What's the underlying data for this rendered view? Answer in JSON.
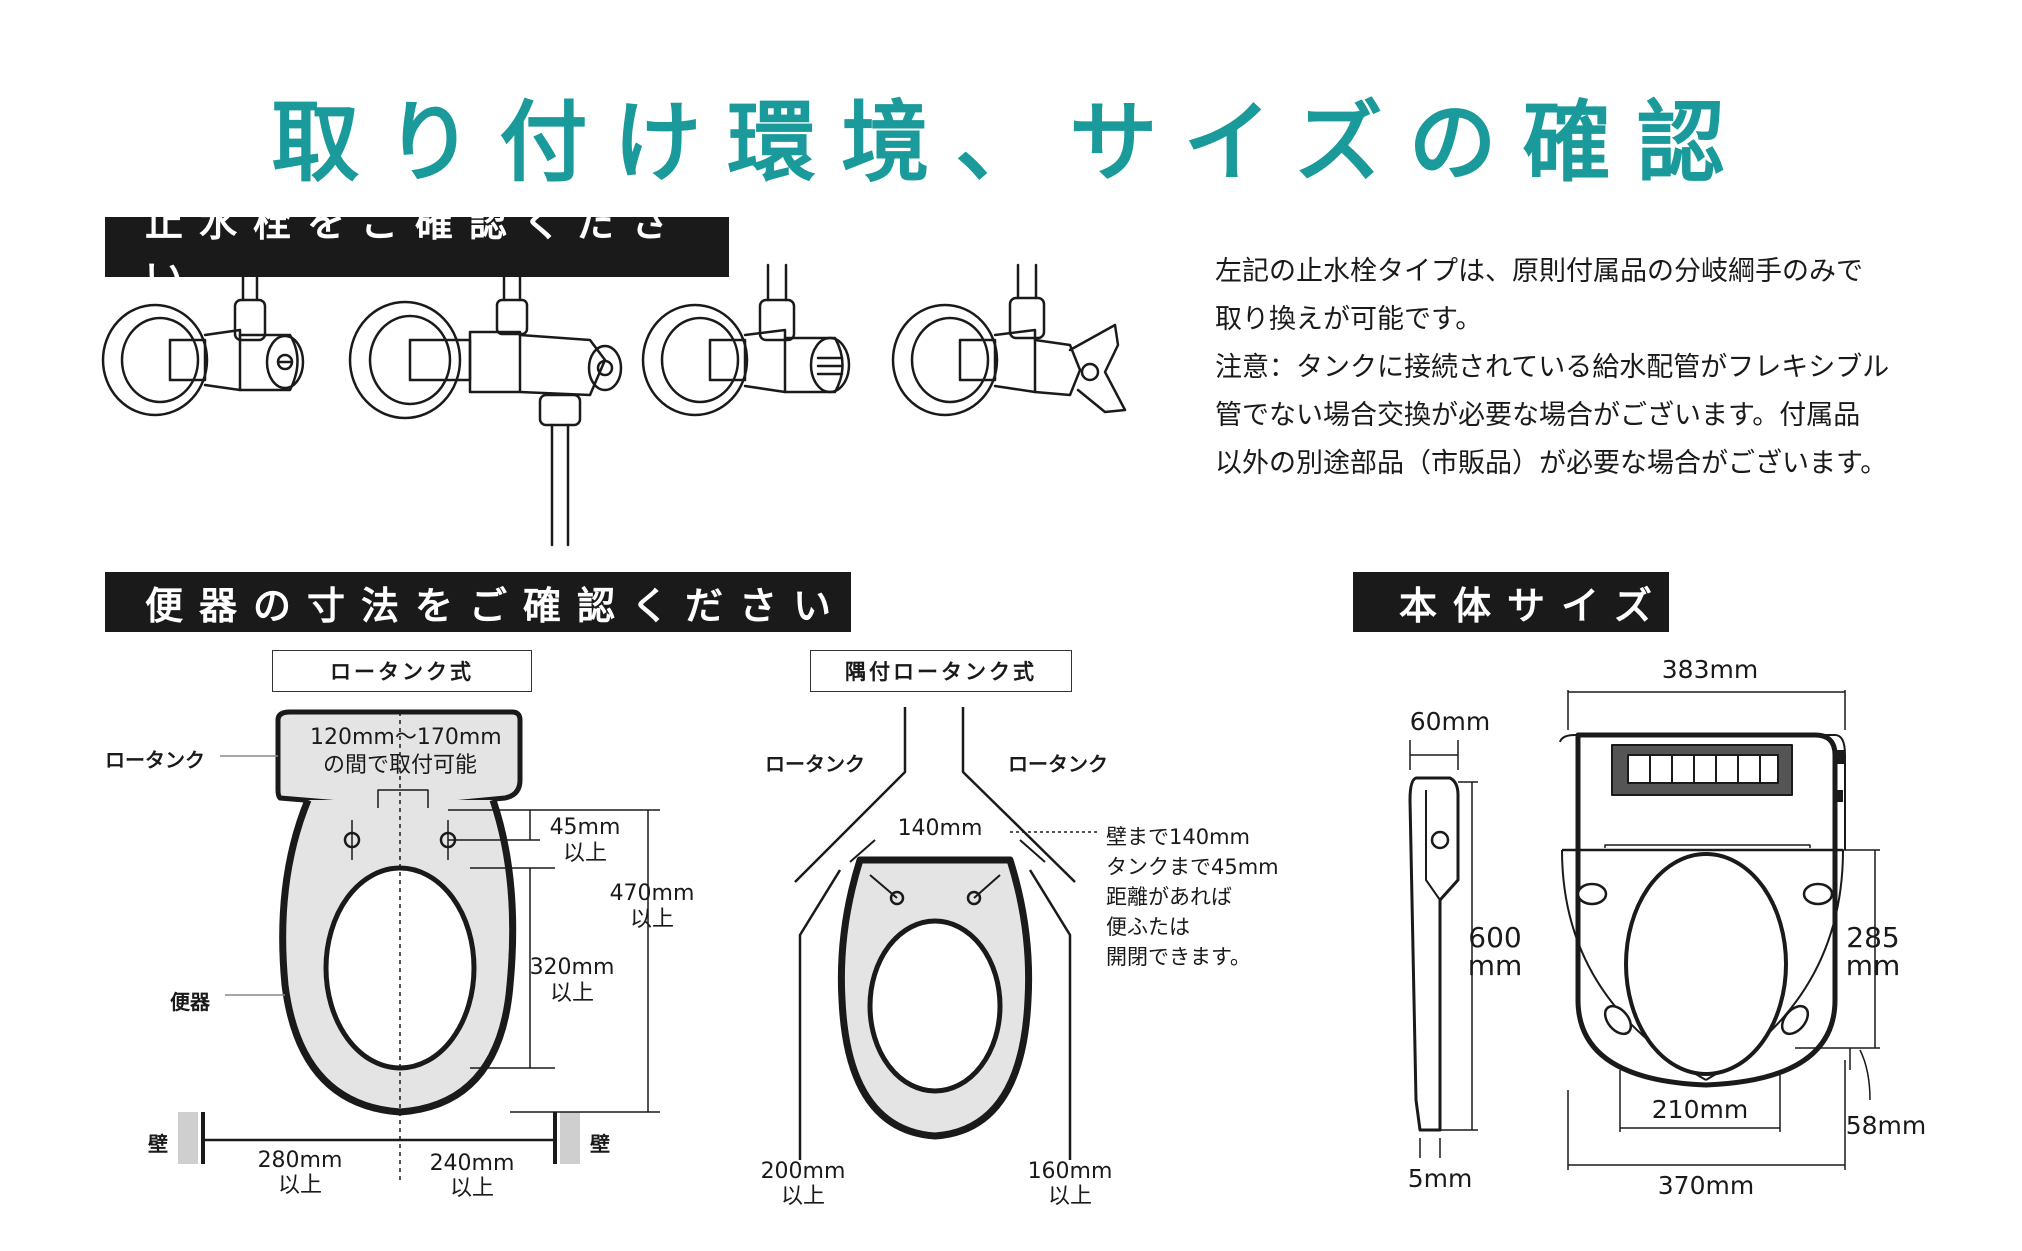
{
  "title": "取り付け環境、サイズの確認",
  "sections": {
    "faucet": "止水栓をご確認ください",
    "toilet": "便器の寸法をご確認ください",
    "body": "本体サイズ"
  },
  "faucet_note": [
    "左記の止水栓タイプは、原則付属品の分岐綱手のみで",
    "取り換えが可能です。",
    "注意：タンクに接続されている給水配管がフレキシブル",
    "管でない場合交換が必要な場合がございます。付属品",
    "以外の別途部品（市販品）が必要な場合がございます。"
  ],
  "low_tank": {
    "header": "ロータンク式",
    "tank_label": "ロータンク",
    "toilet_label": "便器",
    "mount_range_line1": "120mm～170mm",
    "mount_range_line2": "の間で取付可能",
    "dim_45": {
      "value": "45mm",
      "note": "以上"
    },
    "dim_470": {
      "value": "470mm",
      "note": "以上"
    },
    "dim_320": {
      "value": "320mm",
      "note": "以上"
    },
    "wall_left": "壁",
    "wall_right": "壁",
    "dim_280": {
      "value": "280mm",
      "note": "以上"
    },
    "dim_240": {
      "value": "240mm",
      "note": "以上"
    }
  },
  "corner_tank": {
    "header": "隅付ロータンク式",
    "tank_left": "ロータンク",
    "tank_right": "ロータンク",
    "dim_140": "140mm",
    "note": [
      "壁まで140mm",
      "タンクまで45mm",
      "距離があれば",
      "便ふたは",
      "開閉できます。"
    ],
    "dim_200": {
      "value": "200mm",
      "note": "以上"
    },
    "dim_160": {
      "value": "160mm",
      "note": "以上"
    }
  },
  "body_size": {
    "width_top": "383mm",
    "thickness": "60mm",
    "length_value": "600",
    "length_unit": "mm",
    "bottom_gap": "5mm",
    "hole_span_value": "285",
    "hole_span_unit": "mm",
    "inner_width": "210mm",
    "offset": "58mm",
    "width_bottom": "370mm"
  }
}
